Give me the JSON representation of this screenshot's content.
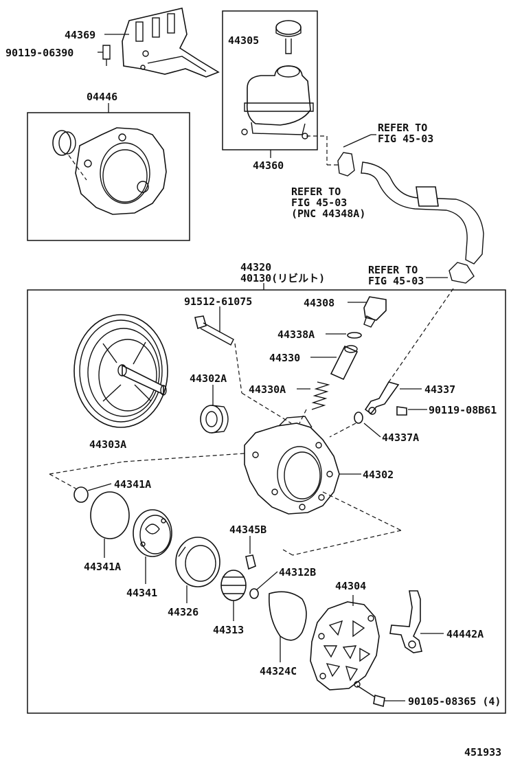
{
  "diagram": {
    "figure_number": "451933",
    "reservoir_group": {
      "part_number": "44360",
      "cap": "44305"
    },
    "seal_kit_group": {
      "part_number": "04446"
    },
    "pump_assembly": {
      "part_number": "44320",
      "rebuilt_number": "40130(リビルト)"
    },
    "refer_notes": [
      {
        "line1": "REFER TO",
        "line2": "FIG 45-03",
        "line3": ""
      },
      {
        "line1": "REFER TO",
        "line2": "FIG 45-03",
        "line3": "(PNC 44348A)"
      },
      {
        "line1": "REFER TO",
        "line2": "FIG 45-03",
        "line3": ""
      }
    ],
    "parts": {
      "p44369": "44369",
      "p90119_06390": "90119-06390",
      "p91512_61075": "91512-61075",
      "p44308": "44308",
      "p44338A": "44338A",
      "p44330": "44330",
      "p44302A": "44302A",
      "p44330A": "44330A",
      "p44337": "44337",
      "p90119_08B61": "90119-08B61",
      "p44337A": "44337A",
      "p44303A": "44303A",
      "p44302": "44302",
      "p44341A_top": "44341A",
      "p44345B": "44345B",
      "p44341A_bottom": "44341A",
      "p44312B": "44312B",
      "p44304": "44304",
      "p44341": "44341",
      "p44326": "44326",
      "p44313": "44313",
      "p44442A": "44442A",
      "p44324C": "44324C",
      "p90105_08365": "90105-08365 (4)"
    }
  }
}
